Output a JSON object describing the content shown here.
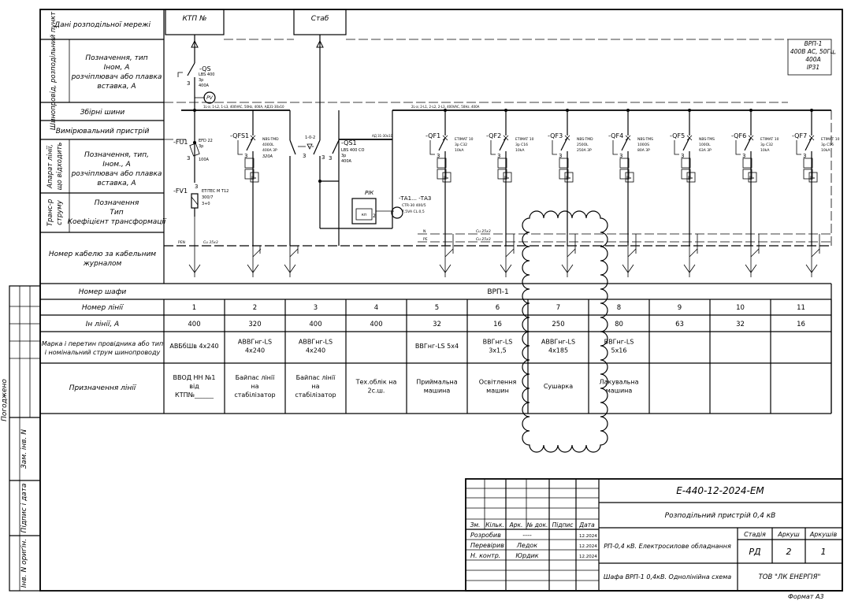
{
  "left_table": {
    "net_data": "Дані розподільної мережі",
    "busbar_group": "Шинопровід, розподільний пункт",
    "busbar_desc": [
      "Позначення, тип",
      "Iном, А",
      "розчіплювач або плавка",
      "вставка, А"
    ],
    "busbars": "Збірні шини",
    "meter": "Вимірювальний пристрій",
    "apparatus_group": [
      "Апарат лінії,",
      "що відходить"
    ],
    "apparatus_desc": [
      "Позначення, тип,",
      "Iном., А",
      "розчіплювач або плавка",
      "вставка, А"
    ],
    "ct_group": [
      "Транс-р",
      "струму"
    ],
    "ct_desc": [
      "Позначення",
      "Тип",
      "Коефіцієнт трансформації"
    ],
    "cable_no": [
      "Номер кабелю за кабельним",
      "журналом"
    ]
  },
  "left_margin": {
    "agreed": "Погоджено",
    "replaced": "Зам. інв. N",
    "sign_date": "Підпис і дата",
    "orig_inv": "Інв. N ориґін."
  },
  "sources": {
    "ktp": "КТП №",
    "stab": "Стаб"
  },
  "vrp_box": [
    "ВРП-1",
    "400В АС, 50Гц,",
    "400А",
    "IP31"
  ],
  "schematic": {
    "qs": {
      "tag": "-QS",
      "type": "LBS 400",
      "poles": "3р",
      "rating": "400А"
    },
    "pv": "PV",
    "bus_note_left": "1L-а; 1-L2, 1-L3, 400VAC, 50Hz, 400А, АД31-30х10",
    "fu1": {
      "tag": "-FU1",
      "type": "EFD 22",
      "poles": "3р",
      "rating": "100А"
    },
    "fv1": {
      "tag": "-FV1",
      "type": "ETITEC M T12",
      "model": "300/7",
      "poles": "3+0"
    },
    "qfs1": {
      "tag": "-QFS1",
      "type": "NBS-TMD",
      "frame": "400OL",
      "rating": "400А 3Р",
      "setting": "320А"
    },
    "switch12": "1-0-2",
    "qs1": {
      "tag": "-QS1",
      "type": "LBS 400 CO",
      "poles": "3р",
      "rating": "400А"
    },
    "bus_note_mid": "АД 31-30х10",
    "bus_note_right": "2L-а; 2-L1, 2-L2, 2-L3, 400VAC, 50Hz, 400А",
    "pik": "РІК",
    "pik_inner": "кп",
    "ct": {
      "tag": "-ТА1… -ТА3",
      "type": "CTR-30 400/5",
      "class": "7,5VA CL.0,5"
    },
    "pe_label": "PEN",
    "pe_label2": "PE",
    "n_label": "N",
    "cable_left": "Cu 35х3",
    "cable_right1": "Cu 25х3",
    "cable_right2": "Cu 25х3",
    "feeders": [
      {
        "tag": "-QF1",
        "type": "ETIMAT 10",
        "curve": "3р C32",
        "extra": "10kA"
      },
      {
        "tag": "-QF2",
        "type": "ETIMAT 10",
        "curve": "3р C16",
        "extra": "10kA"
      },
      {
        "tag": "-QF3",
        "type": "NBS-TMD",
        "curve": "250OL",
        "extra": "250А 3Р"
      },
      {
        "tag": "-QF4",
        "type": "NBS-TMS",
        "curve": "100OS",
        "extra": "80А 3Р"
      },
      {
        "tag": "-QF5",
        "type": "NBS-TMS",
        "curve": "100OL",
        "extra": "63А 3Р"
      },
      {
        "tag": "-QF6",
        "type": "ETIMAT 10",
        "curve": "3р C32",
        "extra": "10kA"
      },
      {
        "tag": "-QF7",
        "type": "ETIMAT 10",
        "curve": "3р C16",
        "extra": "10kA"
      }
    ]
  },
  "table": {
    "shafa_label": "Номер шафи",
    "shafa_value": "ВРП-1",
    "line_no_label": "Номер лінії",
    "in_label": "Ін лінії, А",
    "mark_label": [
      "Марка і перетин провідника або тип",
      "і номінальний струм шинопроводу"
    ],
    "purpose_label": "Призначення лінії",
    "lines": [
      {
        "no": "1",
        "in": "400",
        "mark": "АВБбШв 4х240",
        "purpose": "ВВОД НН №1 від КТП№______"
      },
      {
        "no": "2",
        "in": "320",
        "mark": "АВВГнг-LS 4х240",
        "purpose": "Байпас лінії на стабілізатор"
      },
      {
        "no": "3",
        "in": "400",
        "mark": "АВВГнг-LS 4х240",
        "purpose": "Байпас лінії на стабілізатор"
      },
      {
        "no": "4",
        "in": "400",
        "mark": "",
        "purpose": "Тех.облік на 2с.ш."
      },
      {
        "no": "5",
        "in": "32",
        "mark": "ВВГнг-LS 5х4",
        "purpose": "Приймальна машина"
      },
      {
        "no": "6",
        "in": "16",
        "mark": "ВВГнг-LS 3х1,5",
        "purpose": "Освітлення машин"
      },
      {
        "no": "7",
        "in": "250",
        "mark": "АВВГнг-LS 4х185",
        "purpose": "Сушарка"
      },
      {
        "no": "8",
        "in": "80",
        "mark": "ВВГнг-LS 5х16",
        "purpose": "Лакувальна машина"
      },
      {
        "no": "9",
        "in": "63",
        "mark": "",
        "purpose": ""
      },
      {
        "no": "10",
        "in": "32",
        "mark": "",
        "purpose": ""
      },
      {
        "no": "11",
        "in": "16",
        "mark": "",
        "purpose": ""
      }
    ]
  },
  "title_block": {
    "code": "Е-440-12-2024-ЕМ",
    "object": "Розподільний пристрій 0,4 кВ",
    "col_headers": [
      "Зм.",
      "Кільк.",
      "Арк.",
      "№ док.",
      "Підпис",
      "Дата"
    ],
    "rows": [
      {
        "role": "Розробив",
        "name": "----",
        "date": "12.2024"
      },
      {
        "role": "Перевірив",
        "name": "Ледок",
        "date": "12.2024"
      },
      {
        "role": "Н. контр.",
        "name": "Юрдик",
        "date": "12.2024"
      }
    ],
    "section": "РП-0,4 кВ. Електросилове обладнання",
    "sheet_title": "Шафа ВРП-1 0,4кВ. Однолінійна схема",
    "stage_label": "Стадія",
    "sheet_label": "Аркуш",
    "sheets_label": "Аркушів",
    "stage": "РД",
    "sheet": "2",
    "sheets": "1",
    "company": "ТОВ \"ЛК ЕНЕРГІЯ\"",
    "format": "Формат А3"
  }
}
